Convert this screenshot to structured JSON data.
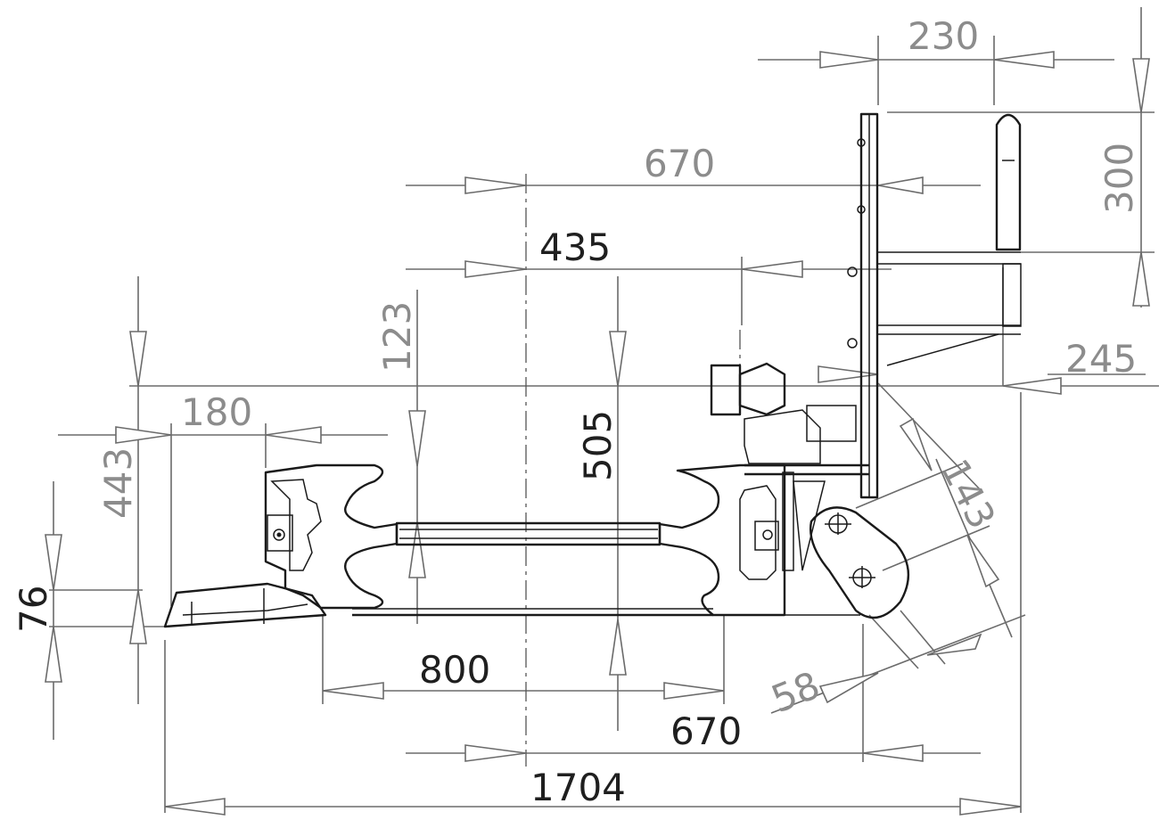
{
  "drawing": {
    "text_color_gray": "#8c8c8c",
    "text_color_dark": "#1f1f1f",
    "dimensions": {
      "d_230": "230",
      "d_300": "300",
      "d_670_top": "670",
      "d_435": "435",
      "d_123": "123",
      "d_505": "505",
      "d_245": "245",
      "d_180": "180",
      "d_443": "443",
      "d_143": "143",
      "d_76": "76",
      "d_800": "800",
      "d_58": "58",
      "d_670_bottom": "670",
      "d_1704": "1704"
    }
  }
}
